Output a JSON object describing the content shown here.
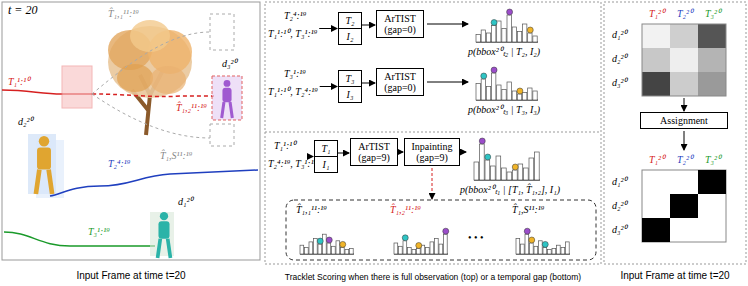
{
  "diagram": {
    "caption": "Tracklet Scoring when there is full observation (top) or a temporal gap (bottom)",
    "nodes": [
      {
        "text": [
          "T₂",
          "I₂"
        ]
      },
      {
        "text": [
          "ArTIST (gap=0)"
        ]
      },
      {
        "text": [
          "T₃",
          "I₃"
        ]
      },
      {
        "text": [
          "ArTIST (gap=0)"
        ]
      },
      {
        "text": [
          "T₁",
          "I₁"
        ]
      },
      {
        "text": [
          "ArTIST (gap=9)"
        ]
      },
      {
        "text": [
          "Inpainting (gap=9)"
        ]
      },
      {
        "text": [
          "Assignment"
        ]
      }
    ],
    "edges": [
      {
        "from": 0,
        "to": 1,
        "arrow": "to"
      },
      {
        "from": 2,
        "to": 3,
        "arrow": "to"
      },
      {
        "from": 4,
        "to": 5,
        "arrow": "to"
      },
      {
        "from": 5,
        "to": 6,
        "arrow": "to"
      }
    ],
    "labels": [
      "t = 20",
      "T₁¹:¹⁰",
      "T̂₁,₁¹¹:¹⁹",
      "T̂₁,₂¹¹:¹⁹",
      "T̂₁,S¹¹:¹⁹",
      "d₃²⁰",
      "d₂²⁰",
      "T₂⁴:¹⁹",
      "d₁²⁰",
      "T₃¹:¹⁹",
      "Input Frame at time t=20",
      "T₂⁴:¹⁹",
      "T₁¹:¹⁰, T₃¹:¹⁹",
      "p(bbox²⁰ₜ₂ | T₂, I₂)",
      "T₃¹:¹⁹",
      "T₁¹:¹⁰, T₂⁴:¹⁹",
      "p(bbox²⁰ₜ₃ | T₃, I₃)",
      "T₁¹:¹⁰",
      "T₂⁴:¹⁹, T₃¹:¹⁹",
      "p(bbox²⁰ₜ₁ | [T₁, T̂₁,₂], I₁)",
      "T̂₁,₁¹¹:¹⁹",
      "T̂₁,₂¹¹:¹⁹",
      "• • •",
      "T̂₁,S¹¹:¹⁹",
      "T₁²⁰",
      "T₂²⁰",
      "T₃²⁰",
      "d₁²⁰",
      "d₂²⁰",
      "d₃²⁰",
      "T₁²⁰",
      "T₂²⁰",
      "T₃²⁰",
      "d₁²⁰",
      "d₂²⁰",
      "d₃²⁰",
      "Input Frame at time t=20"
    ]
  }
}
